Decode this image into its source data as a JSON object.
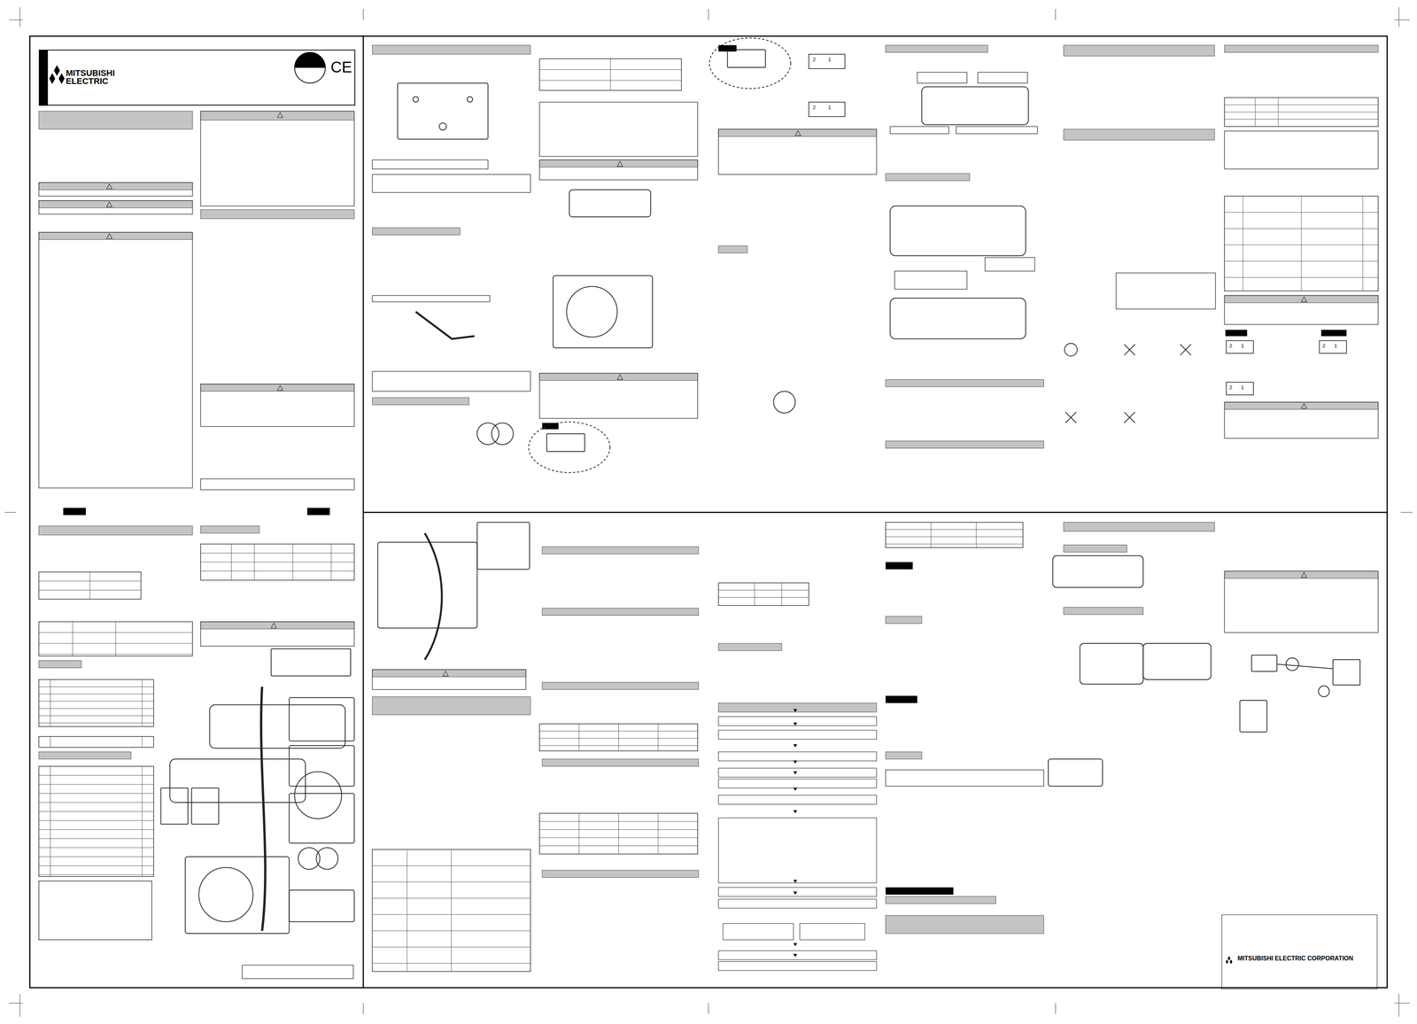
{
  "diagram": {
    "nodes": [
      {
        "text": [
          "MITSUBISHI ELECTRIC",
          "CE"
        ]
      },
      {
        "text": [
          "MITSUBISHI ELECTRIC CORPORATION"
        ]
      }
    ],
    "labels": [
      "2",
      "1",
      "2",
      "1",
      "2",
      "1",
      "2",
      "1",
      "2",
      "1"
    ]
  }
}
